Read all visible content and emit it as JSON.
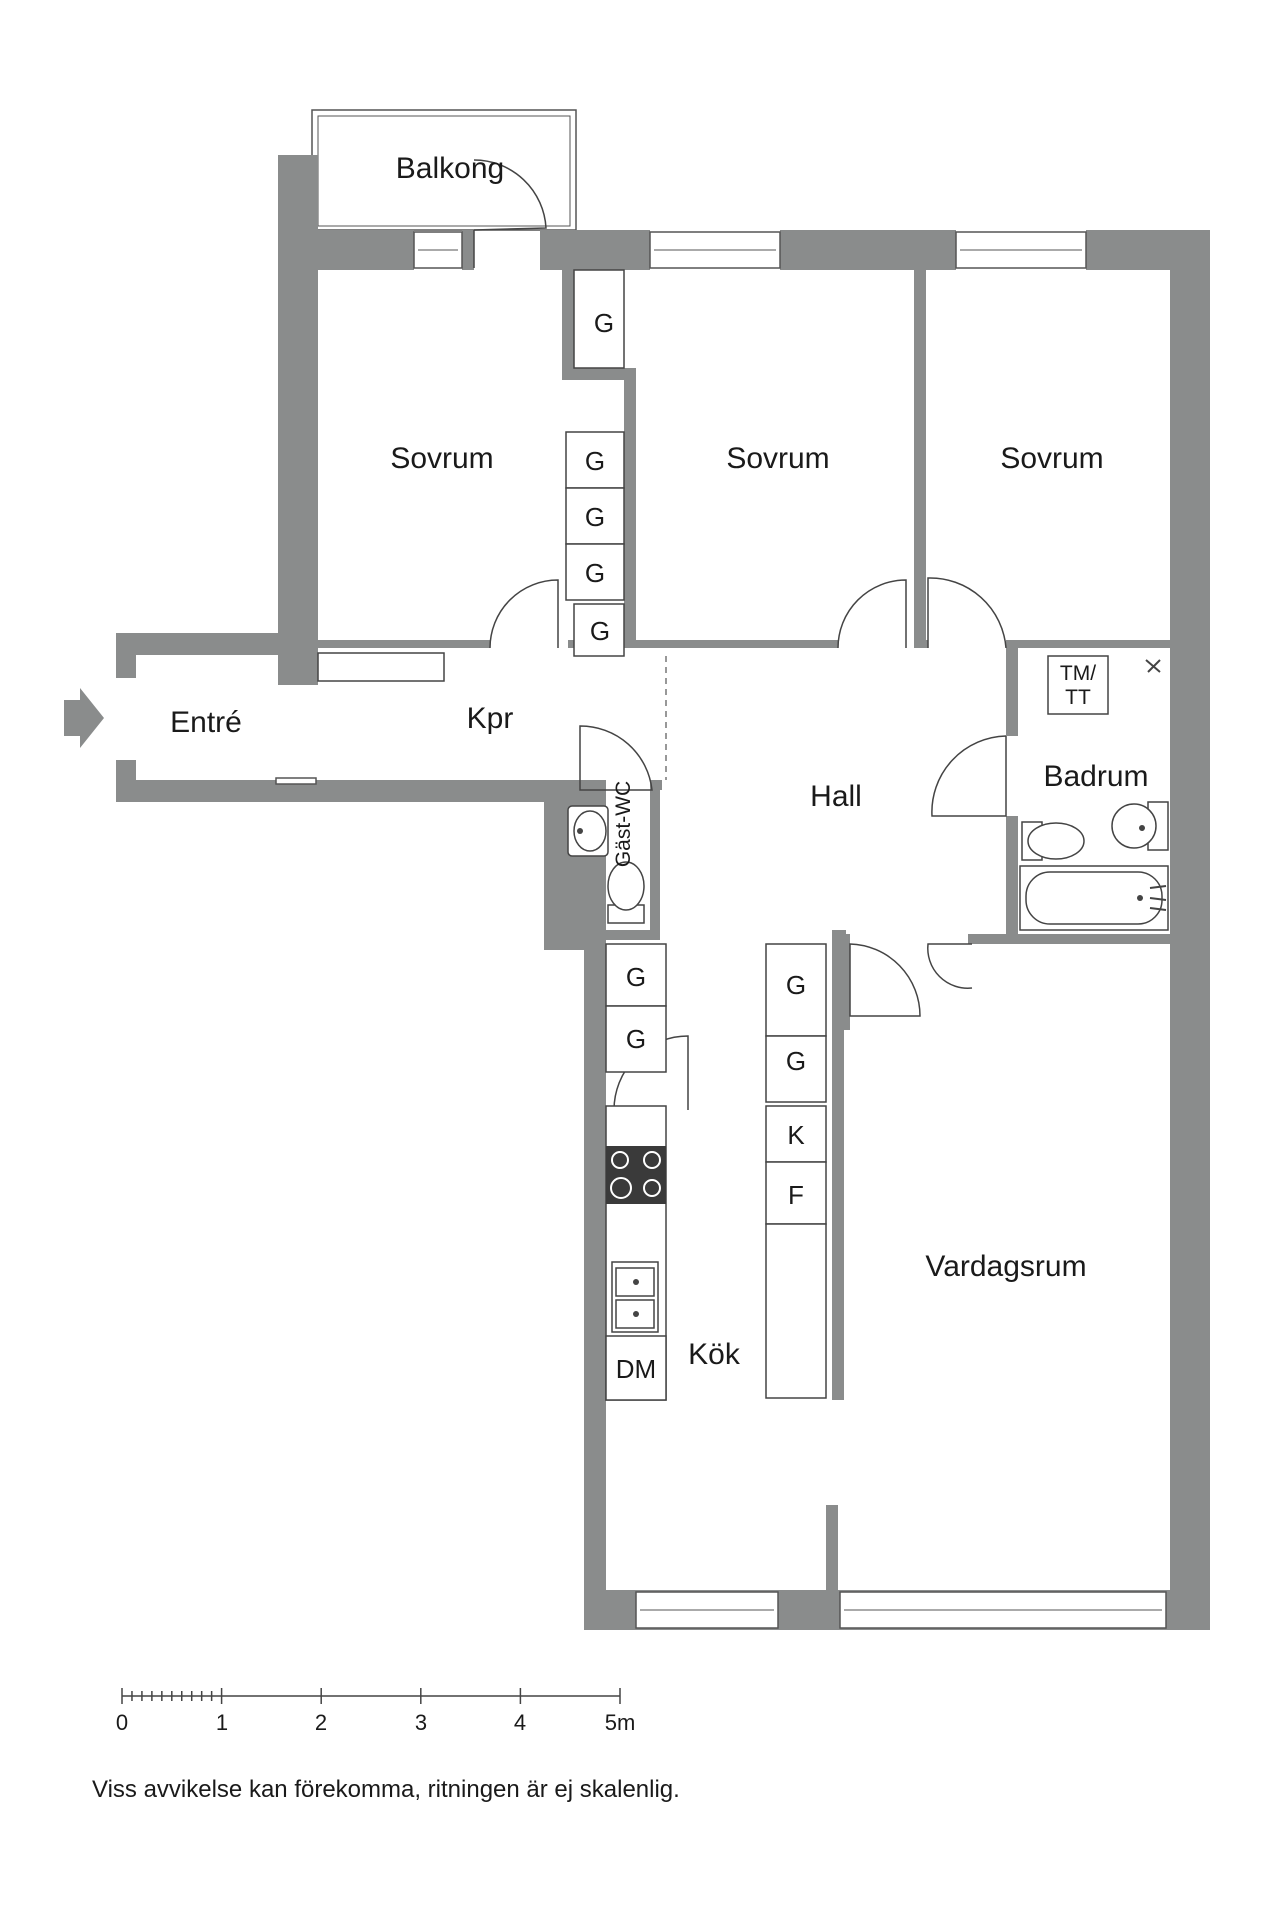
{
  "rooms": {
    "balkong": "Balkong",
    "sovrum_1": "Sovrum",
    "sovrum_2": "Sovrum",
    "sovrum_3": "Sovrum",
    "entre": "Entré",
    "kpr": "Kpr",
    "hall": "Hall",
    "badrum": "Badrum",
    "gast_wc": "Gäst-WC",
    "kok": "Kök",
    "vardagsrum": "Vardagsrum"
  },
  "fixtures": {
    "wardrobe": "G",
    "washer_line1": "TM/",
    "washer_line2": "TT",
    "fridge": "K",
    "freezer": "F",
    "dishwasher": "DM"
  },
  "scale": {
    "ticks": [
      "0",
      "1",
      "2",
      "3",
      "4",
      "5m"
    ]
  },
  "disclaimer": "Viss avvikelse kan förekomma, ritningen är ej skalenlig.",
  "colors": {
    "wall": "#8a8c8c",
    "line": "#444444",
    "text": "#1a1a1a",
    "stove": "#3a3a3a"
  },
  "icons": {
    "entrance": "arrow-right-icon"
  }
}
